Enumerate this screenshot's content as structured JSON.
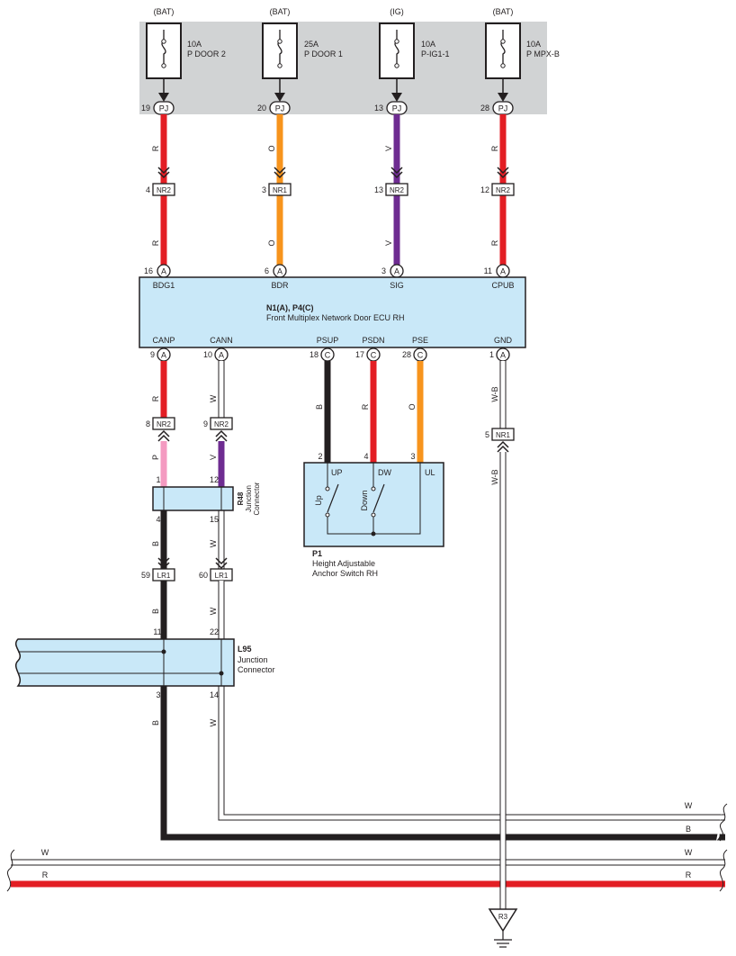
{
  "colors": {
    "red": "#e31e24",
    "orange": "#f7941d",
    "violet": "#6e2c91",
    "pink": "#f49ac1",
    "black": "#231f20",
    "white_wire": "#ffffff",
    "module_fill": "#c9e8f8",
    "fuse_box_fill": "#d1d3d4"
  },
  "fuses": [
    {
      "supply": "(BAT)",
      "rating": "10A",
      "name": "P DOOR 2",
      "pin": "19",
      "conn": "PJ"
    },
    {
      "supply": "(BAT)",
      "rating": "25A",
      "name": "P DOOR 1",
      "pin": "20",
      "conn": "PJ"
    },
    {
      "supply": "(IG)",
      "rating": "10A",
      "name": "P-IG1-1",
      "pin": "13",
      "conn": "PJ"
    },
    {
      "supply": "(BAT)",
      "rating": "10A",
      "name": "P MPX-B",
      "pin": "28",
      "conn": "PJ"
    }
  ],
  "upper_wires": [
    {
      "color_code_top": "R",
      "nr_pin": "4",
      "nr_conn": "NR2",
      "color_code_bottom": "R",
      "ecu_pin": "16",
      "ecu_conn": "A",
      "terminal": "BDG1"
    },
    {
      "color_code_top": "O",
      "nr_pin": "3",
      "nr_conn": "NR1",
      "color_code_bottom": "O",
      "ecu_pin": "6",
      "ecu_conn": "A",
      "terminal": "BDR"
    },
    {
      "color_code_top": "V",
      "nr_pin": "13",
      "nr_conn": "NR2",
      "color_code_bottom": "V",
      "ecu_pin": "3",
      "ecu_conn": "A",
      "terminal": "SIG"
    },
    {
      "color_code_top": "R",
      "nr_pin": "12",
      "nr_conn": "NR2",
      "color_code_bottom": "R",
      "ecu_pin": "11",
      "ecu_conn": "A",
      "terminal": "CPUB"
    }
  ],
  "ecu": {
    "id": "N1(A), P4(C)",
    "name": "Front Multiplex Network Door ECU RH",
    "bottom_pins": [
      {
        "terminal": "CANP",
        "pin": "9",
        "conn": "A"
      },
      {
        "terminal": "CANN",
        "pin": "10",
        "conn": "A"
      },
      {
        "terminal": "PSUP",
        "pin": "18",
        "conn": "C"
      },
      {
        "terminal": "PSDN",
        "pin": "17",
        "conn": "C"
      },
      {
        "terminal": "PSE",
        "pin": "28",
        "conn": "C"
      },
      {
        "terminal": "GND",
        "pin": "1",
        "conn": "A"
      }
    ]
  },
  "can_p": {
    "wire1": "R",
    "nr_pin": "8",
    "nr_conn": "NR2",
    "wire2": "P",
    "jc_in_pin": "1",
    "jc_out_pin": "4",
    "wire3": "B",
    "lr_pin": "59",
    "lr_conn": "LR1",
    "wire4": "B",
    "l95_in_pin": "11",
    "l95_out_pin": "3",
    "wire5": "B"
  },
  "can_n": {
    "wire1": "W",
    "nr_pin": "9",
    "nr_conn": "NR2",
    "wire2": "V",
    "jc_in_pin": "12",
    "jc_out_pin": "15",
    "wire3": "W",
    "lr_pin": "60",
    "lr_conn": "LR1",
    "wire4": "W",
    "l95_in_pin": "22",
    "l95_out_pin": "14",
    "wire5": "W"
  },
  "r48": {
    "id": "R48",
    "name_line1": "Junction",
    "name_line2": "Connector"
  },
  "l95": {
    "id": "L95",
    "name_line1": "Junction",
    "name_line2": "Connector"
  },
  "switch": {
    "wires": [
      {
        "pin": "2",
        "color_code": "B"
      },
      {
        "pin": "4",
        "color_code": "R"
      },
      {
        "pin": "3",
        "color_code": "O"
      }
    ],
    "terminals": [
      "UP",
      "DW",
      "UL"
    ],
    "contact_up": "Up",
    "contact_down": "Down",
    "id": "P1",
    "name_line1": "Height Adjustable",
    "name_line2": "Anchor Switch RH"
  },
  "gnd": {
    "wire1": "W-B",
    "nr_pin": "5",
    "nr_conn": "NR1",
    "wire2": "W-B",
    "ground_point": "R3"
  },
  "buses": {
    "upper_w": "W",
    "upper_b": "B",
    "lower_w_left": "W",
    "lower_w_right": "W",
    "lower_r_left": "R",
    "lower_r_right": "R"
  }
}
